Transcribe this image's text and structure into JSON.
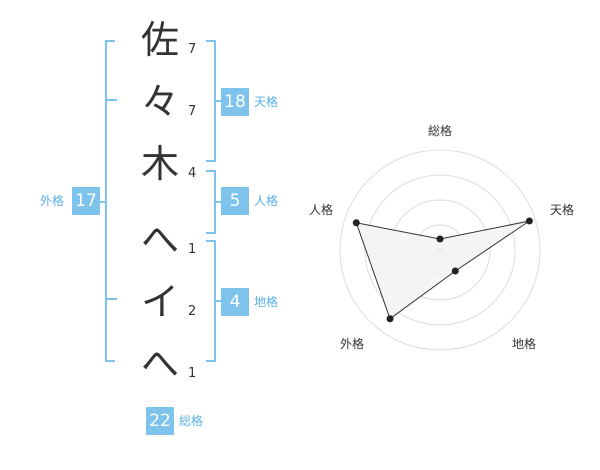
{
  "name_chars": [
    {
      "char": "佐",
      "strokes": "7"
    },
    {
      "char": "々",
      "strokes": "7"
    },
    {
      "char": "木",
      "strokes": "4"
    },
    {
      "char": "へ",
      "strokes": "1"
    },
    {
      "char": "イ",
      "strokes": "2"
    },
    {
      "char": "へ",
      "strokes": "1"
    }
  ],
  "scores": {
    "tenkaku": {
      "value": "18",
      "label": "天格"
    },
    "jinkaku": {
      "value": "5",
      "label": "人格"
    },
    "chikaku": {
      "value": "4",
      "label": "地格"
    },
    "gaikaku": {
      "value": "17",
      "label": "外格"
    },
    "soukaku": {
      "value": "22",
      "label": "総格"
    }
  },
  "radar": {
    "labels": {
      "top": "総格",
      "right": "天格",
      "bottom_right": "地格",
      "bottom_left": "外格",
      "left": "人格"
    },
    "levels": 4,
    "values": {
      "soukaku": 0.11,
      "tenkaku": 0.94,
      "chikaku": 0.26,
      "gaikaku": 0.85,
      "jinkaku": 0.88
    },
    "colors": {
      "grid": "#dddddd",
      "fill": "#f2f2f2",
      "line": "#333333",
      "point": "#222222"
    }
  }
}
